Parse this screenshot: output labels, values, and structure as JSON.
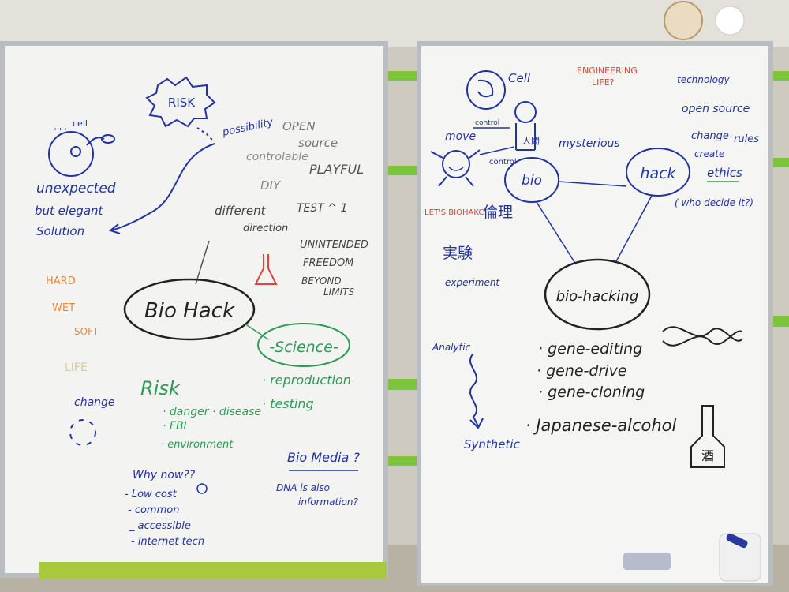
{
  "scene": {
    "colors": {
      "wall": "#dad6cc",
      "shelf_green": "#7cc43a",
      "board": "#f3f4f2",
      "frame": "#b9bcc0",
      "ink_blue": "#2233a0",
      "ink_black": "#333333",
      "ink_red": "#e0443a",
      "ink_green": "#2f9a54",
      "ink_gray": "#777777",
      "ink_orange": "#e8893a"
    },
    "left_board": {
      "risk_bubble": "RISK",
      "cell": "cell",
      "unexpected": "unexpected",
      "but_elegant": "but elegant",
      "solution": "Solution",
      "possibility": "possibility",
      "controlable": "controlable",
      "open": "OPEN",
      "source": "source",
      "diy": "DIY",
      "playful": "PLAYFUL",
      "different": "different",
      "direction": "direction",
      "test": "TEST ^ 1",
      "unintended": "UNINTENDED",
      "freedom": "FREEDOM",
      "beyond": "BEYOND",
      "limits": "LIMITS",
      "hard": "HARD",
      "wet": "WET",
      "soft": "SOFT",
      "life": "LIFE",
      "change": "change",
      "center": "Bio Hack",
      "science": "-Science-",
      "risk": "Risk",
      "danger": "· danger · disease",
      "fbi": "· FBI",
      "environment": "· environment",
      "reproduction": "· reproduction",
      "testing": "· testing",
      "biomedia": "Bio Media ?",
      "dna1": "DNA is also",
      "dna2": "information?",
      "why_now": "Why now??",
      "list": [
        "- Low cost",
        "- common",
        "_ accessible",
        "- internet tech"
      ]
    },
    "right_board": {
      "cell": "Cell",
      "engineering1": "ENGINEERING",
      "engineering2": "LIFE?",
      "move": "move",
      "control_top": "control",
      "control_bottom": "control",
      "kanji_person": "人間",
      "mysterious": "mysterious",
      "bio": "bio",
      "hack": "hack",
      "technology": "technology",
      "open_source": "open source",
      "change": "change",
      "rules": "rules",
      "create": "create",
      "ethics": "ethics",
      "who_decide": "( who decide it?)",
      "lets_biohack": "LET'S BIOHAKC",
      "rinri": "倫理",
      "jikken": "実験",
      "experiment": "experiment",
      "bio_hacking": "bio-hacking",
      "analytic": "Analytic",
      "synthetic": "Synthetic",
      "list": [
        "· gene-editing",
        "· gene-drive",
        "· gene-cloning",
        "· Japanese-alcohol"
      ],
      "sake": "酒"
    }
  }
}
